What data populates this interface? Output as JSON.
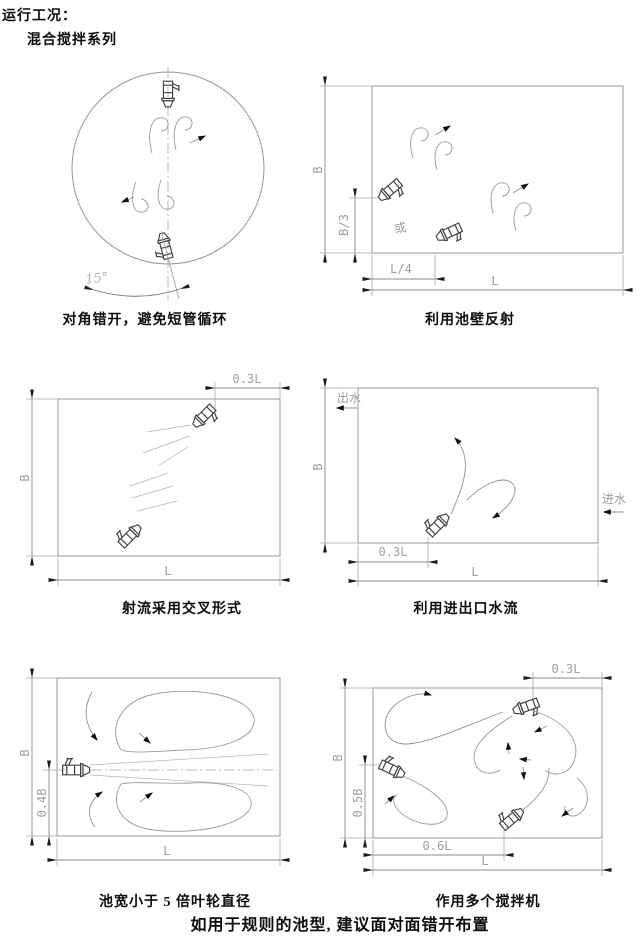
{
  "header": {
    "title": "运行工况：",
    "series": "混合搅拌系列"
  },
  "footer": {
    "note": "如用于规则的池型, 建议面对面错开布置"
  },
  "colors": {
    "tank_outline": "#979797",
    "dimension_line": "#8b8b8b",
    "dimension_label": "#9f9f9f",
    "arrowhead": "#111111",
    "mixer": "#3f3f3f",
    "caption_text": "#0d0d0d"
  },
  "diagrams": {
    "circle_tank": {
      "caption": "对角错开，避免短管循环",
      "angle_label": "15°"
    },
    "wall_reflection": {
      "caption": "利用池壁反射",
      "or_label": "或",
      "dim_b": "B",
      "dim_b3": "B/3",
      "dim_l4": "L/4",
      "dim_l": "L"
    },
    "cross_jets": {
      "caption": "射流采用交叉形式",
      "dim_03l": "0.3L",
      "dim_b": "B",
      "dim_l": "L"
    },
    "inlet_outlet": {
      "caption": "利用进出口水流",
      "outlet_label": "出水",
      "inlet_label": "进水",
      "dim_b": "B",
      "dim_03l": "0.3L",
      "dim_l": "L"
    },
    "narrow_tank": {
      "caption": "池宽小于 5 倍叶轮直径",
      "dim_b": "B",
      "dim_04b": "0.4B",
      "dim_l": "L"
    },
    "multi_mixer": {
      "caption": "作用多个搅拌机",
      "dim_03l": "0.3L",
      "dim_b": "B",
      "dim_05b": "0.5B",
      "dim_06l": "0.6L",
      "dim_l": "L"
    }
  }
}
